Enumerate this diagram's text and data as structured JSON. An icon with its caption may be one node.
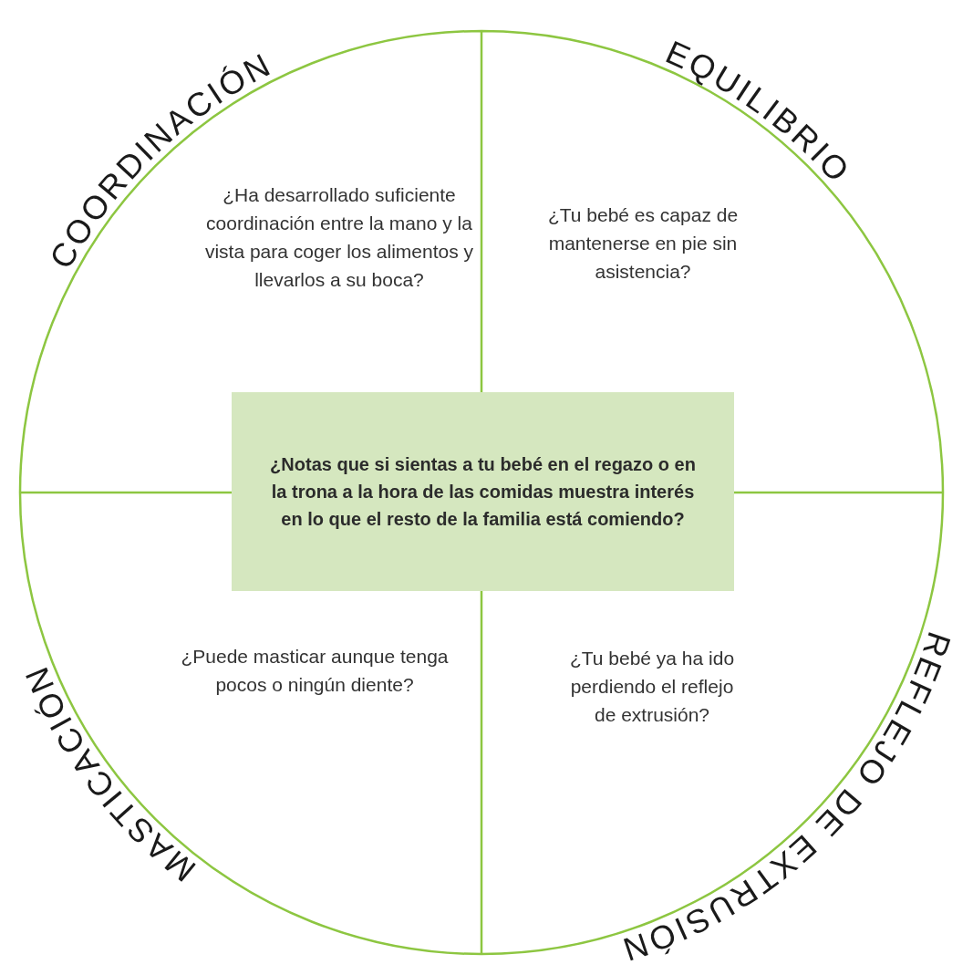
{
  "diagram": {
    "nodes": [
      {
        "text": [
          "COORDINACIÓN",
          "¿Ha desarrollado suficiente coordinación entre la mano y la vista para coger los alimentos y llevarlos a su boca?"
        ]
      },
      {
        "text": [
          "EQUILIBRIO",
          "¿Tu bebé es capaz de mantenerse en pie sin asistencia?"
        ]
      },
      {
        "text": [
          "¿Notas que si sientas a tu bebé en el regazo o en la trona a la hora de las comidas muestra interés en lo que el resto de la familia está comiendo?"
        ]
      },
      {
        "text": [
          "MASTICACIÓN",
          "¿Puede masticar aunque tenga pocos o ningún diente?"
        ]
      },
      {
        "text": [
          "REFLEJO DE EXTRUSIÓN",
          "¿Tu bebé ya ha ido perdiendo el reflejo de extrusión?"
        ]
      }
    ]
  }
}
